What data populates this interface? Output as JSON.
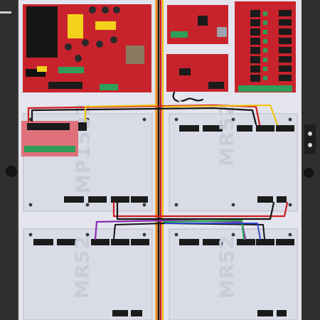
{
  "enclosure": {
    "cabinet_color": "#3a3a3a",
    "backplane_color": "#e3e4ee",
    "mount_plate_color": "#d9dbe6",
    "pcb_color": "#c8232c",
    "connector_color": "#1b1b1b",
    "terminal_green": "#2f9e5a"
  },
  "boards": {
    "mp1502_label": "MP1502",
    "mr52_top_right_label": "MR52",
    "mr52_bottom_left_label": "MR52",
    "mr52_bottom_right_label": "MR52"
  },
  "wiring": {
    "red": "#d01e1e",
    "black": "#151515",
    "yellow": "#f1c200",
    "orange": "#f08a1c",
    "green": "#23a64c",
    "blue": "#2c48c8",
    "purple": "#8a2bb0",
    "white": "#f0f0f0"
  }
}
